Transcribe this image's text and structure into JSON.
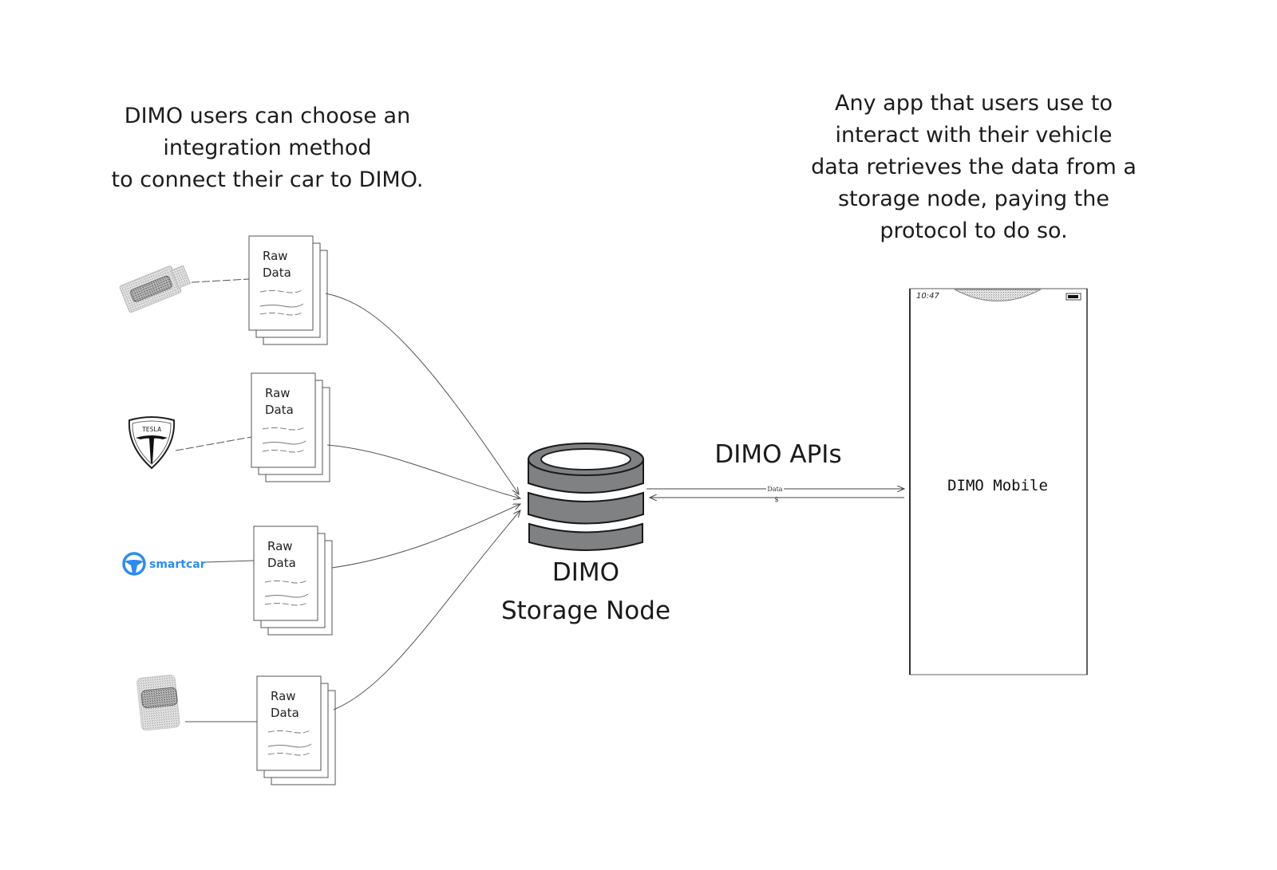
{
  "captions": {
    "left": [
      "DIMO users can choose an",
      "integration method",
      "to connect their car to DIMO."
    ],
    "right": [
      "Any app that users use to",
      "interact with their vehicle",
      "data retrieves the data from a",
      "storage node, paying the",
      "protocol to do so."
    ]
  },
  "sources": [
    {
      "name": "obd-dongle",
      "icon": "usb-dongle-icon",
      "doc_label": [
        "Raw",
        "Data"
      ]
    },
    {
      "name": "tesla",
      "icon": "tesla-logo-icon",
      "doc_label": [
        "Raw",
        "Data"
      ],
      "logo_text": "TESLA"
    },
    {
      "name": "smartcar",
      "icon": "smartcar-logo-icon",
      "doc_label": [
        "Raw",
        "Data"
      ],
      "logo_text": "smartcar",
      "color": "#2e8bf0"
    },
    {
      "name": "obd-device",
      "icon": "obd-device-icon",
      "doc_label": [
        "Raw",
        "Data"
      ]
    }
  ],
  "storage_node": {
    "label_line1": "DIMO",
    "label_line2": "Storage Node",
    "color": "#7f8183"
  },
  "api": {
    "label": "DIMO APIs",
    "forward_label": "Data",
    "back_label": "$"
  },
  "phone": {
    "time": "10:47",
    "app_label": "DIMO Mobile"
  }
}
